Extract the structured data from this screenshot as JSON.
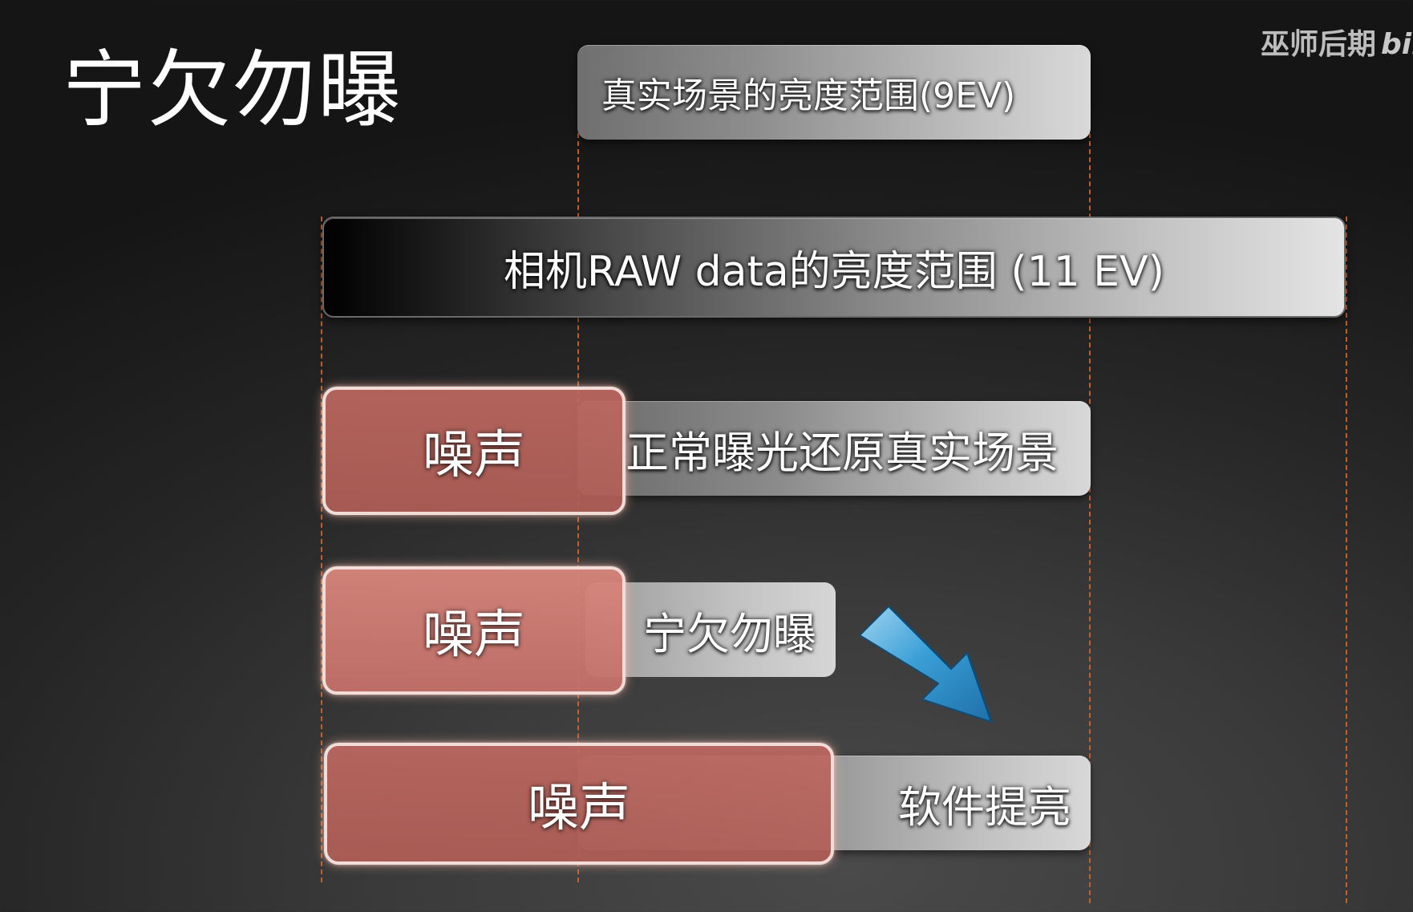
{
  "slide": {
    "title": "宁欠勿曝"
  },
  "watermark": {
    "text": "巫师后期",
    "logo": "bili"
  },
  "bars": {
    "real_scene_range": "真实场景的亮度范围(9EV)",
    "camera_raw_range": "相机RAW data的亮度范围 (11 EV)",
    "normal_exposure": "正常曝光还原真实场景",
    "underexpose": "宁欠勿曝",
    "software_brighten": "软件提亮"
  },
  "noise_blocks": [
    {
      "label": "噪声"
    },
    {
      "label": "噪声"
    },
    {
      "label": "噪声"
    }
  ],
  "colors": {
    "guide_line": "#d4642a",
    "noise_fill": "#b8635b",
    "arrow": "#2f8fc8"
  },
  "icons": {
    "arrow": "diagonal-down-right-arrow-icon"
  }
}
